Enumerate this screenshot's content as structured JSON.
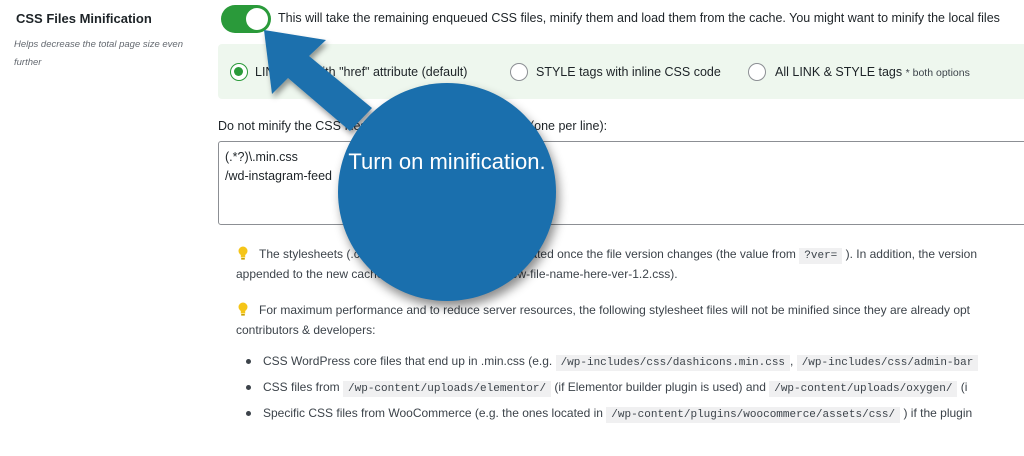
{
  "setting": {
    "title": "CSS Files Minification",
    "description": "Helps decrease the total page size even further"
  },
  "toggle": {
    "state": "on",
    "label": "This will take the remaining enqueued CSS files, minify them and load them from the cache. You might want to minify the local files"
  },
  "options": [
    {
      "label": "LINK tags with \"href\" attribute (default)",
      "selected": true
    },
    {
      "label": "STYLE tags with inline CSS code",
      "selected": false
    },
    {
      "label": "All LINK & STYLE tags",
      "note": "* both options",
      "selected": false
    }
  ],
  "exclusions": {
    "label": "Do not minify the CSS files matching the patterns below (one per line):",
    "lines": [
      "(.*?)\\.min.css",
      "/wd-instagram-feed"
    ]
  },
  "notes": {
    "stylesheets_p1a": "The stylesheets (.css",
    "stylesheets_p1b": "enerated once the file version changes (the value from",
    "stylesheets_code": "?ver=",
    "stylesheets_p1c": "). In addition, the version",
    "stylesheets_p2a": "appended to the new cached",
    "stylesheets_p2b": "(e.g. new-file-name-here-ver-1.2.css).",
    "performance_p1": "For maximum performance and to reduce server resources, the following stylesheet files will not be minified since they are already opt",
    "performance_p2": "contributors & developers:"
  },
  "bullets": {
    "core_text": "CSS WordPress core files that end up in .min.css (e.g.",
    "core_code1": "/wp-includes/css/dashicons.min.css",
    "core_sep": ",",
    "core_code2": "/wp-includes/css/admin-bar",
    "elementor_text": "CSS files from",
    "elementor_code1": "/wp-content/uploads/elementor/",
    "elementor_mid": "(if Elementor builder plugin is used) and",
    "elementor_code2": "/wp-content/uploads/oxygen/",
    "elementor_end": "(i",
    "woo_text": "Specific CSS files from WooCommerce (e.g. the ones located in",
    "woo_code": "/wp-content/plugins/woocommerce/assets/css/",
    "woo_end": ") if the plugin"
  },
  "callout": {
    "text": "Turn on minification."
  },
  "colors": {
    "toggle_on": "#2a9a3a",
    "callout": "#1a6fad",
    "bulb": "#f5c518",
    "options_bg": "#eef7ee"
  }
}
